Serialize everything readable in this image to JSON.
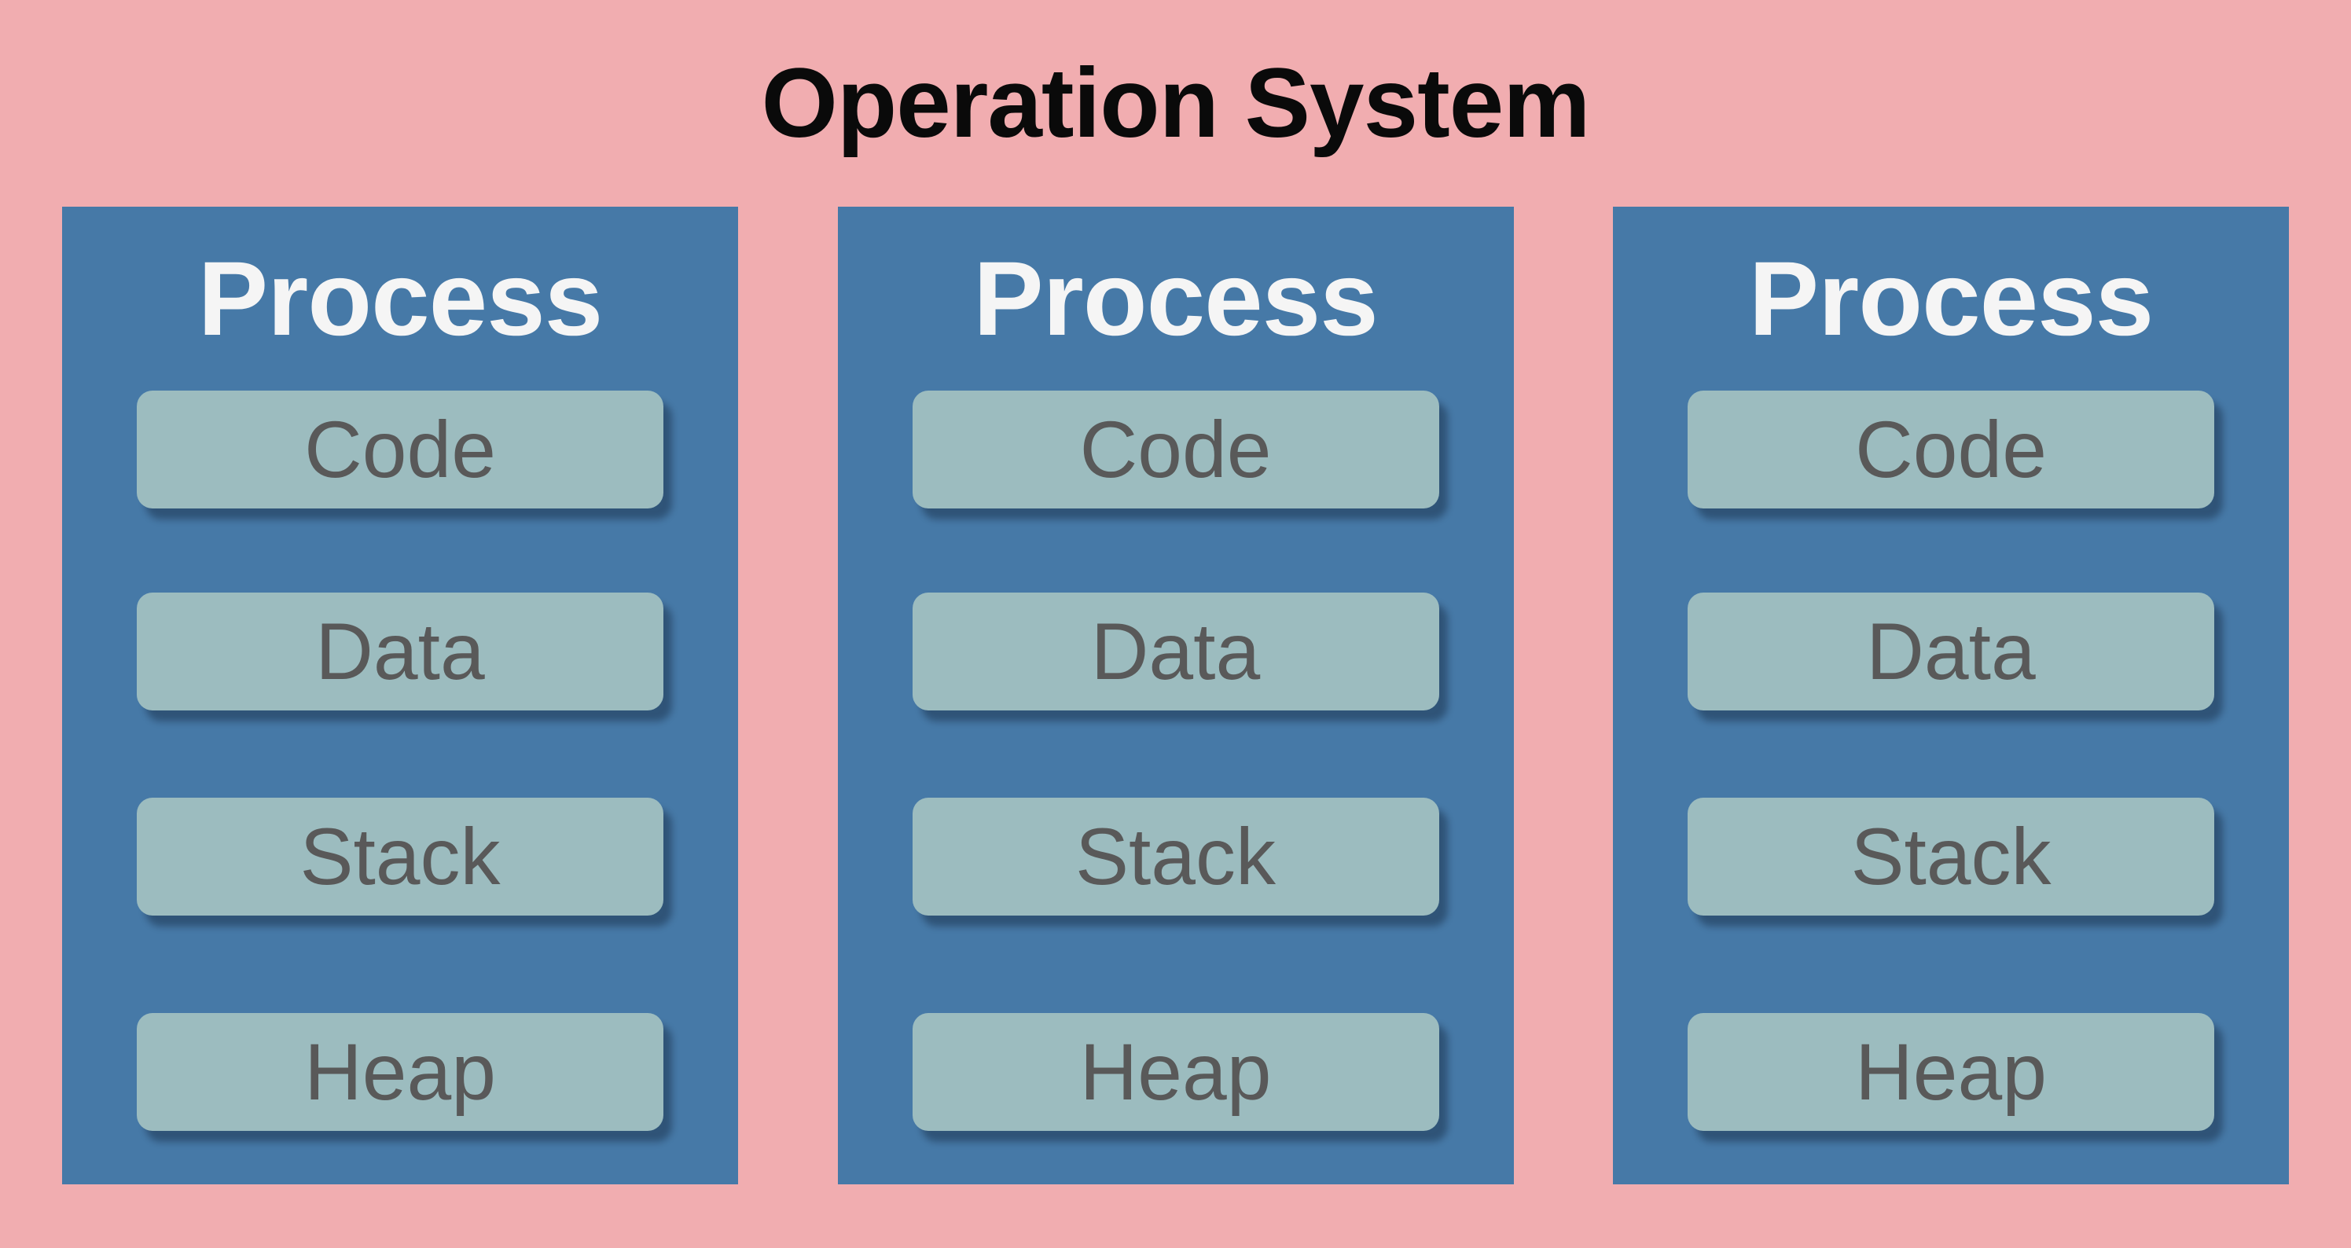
{
  "title": "Operation System",
  "processes": [
    {
      "label": "Process",
      "segments": {
        "code": "Code",
        "data": "Data",
        "stack": "Stack",
        "heap": "Heap"
      }
    },
    {
      "label": "Process",
      "segments": {
        "code": "Code",
        "data": "Data",
        "stack": "Stack",
        "heap": "Heap"
      }
    },
    {
      "label": "Process",
      "segments": {
        "code": "Code",
        "data": "Data",
        "stack": "Stack",
        "heap": "Heap"
      }
    }
  ],
  "colors": {
    "bg_pink": "#F1ADB0",
    "panel_blue": "#4679A7",
    "segment_fill": "#9CBCBF",
    "segment_text": "#595959",
    "title_text": "#0A0A0A",
    "process_text": "#F5F5F5"
  }
}
